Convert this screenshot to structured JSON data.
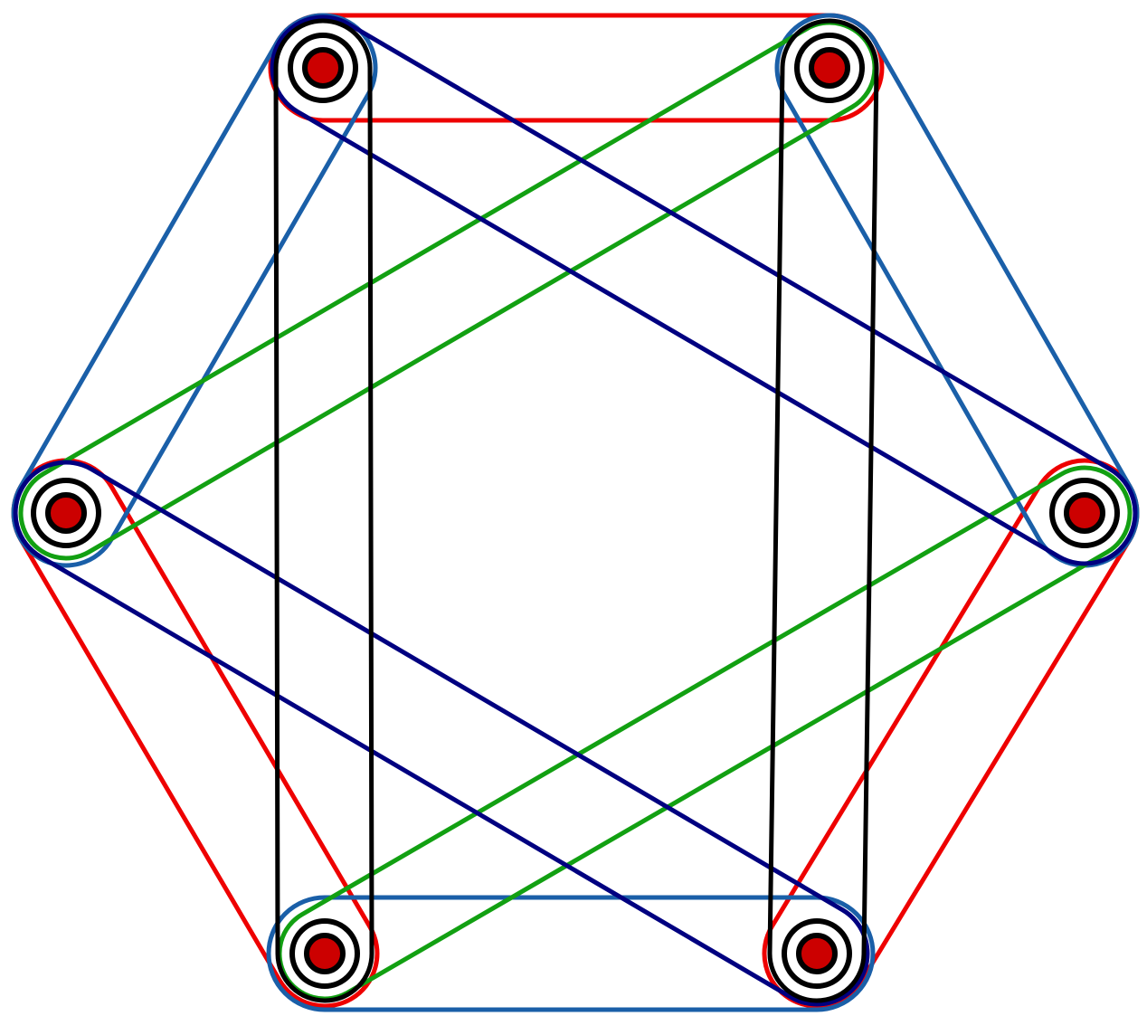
{
  "graph": {
    "type": "hypergraph",
    "vertices": [
      "v1",
      "v2",
      "v3",
      "v4",
      "v5",
      "v6"
    ],
    "vertex_color": "#cc0000",
    "hyperedges": [
      {
        "id": "red-top",
        "color": "#ee0000",
        "members": [
          "v1",
          "v2"
        ]
      },
      {
        "id": "red-left-lower",
        "color": "#ee0000",
        "members": [
          "v6",
          "v5"
        ]
      },
      {
        "id": "red-right-lower",
        "color": "#ee0000",
        "members": [
          "v3",
          "v4"
        ]
      },
      {
        "id": "blue-bottom",
        "color": "#1a5fa8",
        "members": [
          "v5",
          "v4"
        ]
      },
      {
        "id": "blue-left-upper",
        "color": "#1a5fa8",
        "members": [
          "v1",
          "v6"
        ]
      },
      {
        "id": "blue-right-upper",
        "color": "#1a5fa8",
        "members": [
          "v2",
          "v3"
        ]
      },
      {
        "id": "green-a",
        "color": "#12a012",
        "members": [
          "v2",
          "v6"
        ]
      },
      {
        "id": "green-b",
        "color": "#12a012",
        "members": [
          "v3",
          "v5"
        ]
      },
      {
        "id": "navy-a",
        "color": "#000080",
        "members": [
          "v1",
          "v3"
        ]
      },
      {
        "id": "navy-b",
        "color": "#000080",
        "members": [
          "v6",
          "v4"
        ]
      },
      {
        "id": "black-left",
        "color": "#000000",
        "members": [
          "v1",
          "v5"
        ]
      },
      {
        "id": "black-right",
        "color": "#000000",
        "members": [
          "v2",
          "v4"
        ]
      }
    ]
  }
}
